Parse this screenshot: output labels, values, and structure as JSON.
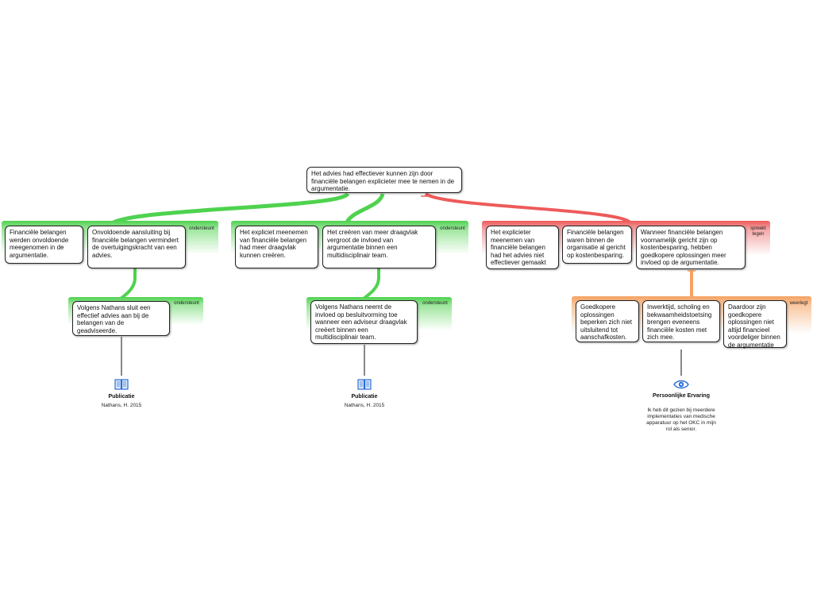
{
  "root": {
    "text": "Het advies had effectiever kunnen zijn door financiële belangen explicieter mee te nemen in de argumentatie."
  },
  "group1": {
    "tag": "ondersteunt",
    "boxes": [
      "Financiële belangen werden onvoldoende meegenomen in de argumentatie.",
      "Onvoldoende aansluiting bij financiële belangen vermindert de overtuigingskracht van een advies."
    ]
  },
  "group1sub": {
    "tag": "ondersteunt",
    "box": "Volgens Nathans sluit een effectief advies aan bij de belangen van de geadviseerde."
  },
  "source1": {
    "title": "Publicatie",
    "text": "Nathans, H. 2015"
  },
  "group2": {
    "tag": "ondersteunt",
    "boxes": [
      "Het expliciet meenemen van financiële belangen had meer draagvlak kunnen creëren.",
      "Het creëren van meer draagvlak vergroot de invloed van argumentatie binnen een multidisciplinair team."
    ]
  },
  "group2sub": {
    "tag": "ondersteunt",
    "box": "Volgens Nathans neemt de invloed op besluitvorming toe wanneer een adviseur draagvlak creëert binnen een multidisciplinair team."
  },
  "source2": {
    "title": "Publicatie",
    "text": "Nathans, H. 2015"
  },
  "group3": {
    "tag": "spreekt tegen",
    "boxes": [
      "Het explicieter meenemen van financiële belangen had het advies niet effectiever gemaakt",
      "Financiële belangen waren binnen de organisatie al gericht op kostenbesparing.",
      "Wanneer financiële belangen voornamelijk gericht zijn op kostenbesparing, hebben goedkopere oplossingen meer invloed op de argumentatie."
    ]
  },
  "group3sub": {
    "tag": "weerlegt",
    "boxes": [
      "Goedkopere oplossingen beperken zich niet uitsluitend tot aanschafkosten.",
      "Inwerktijd, scholing en bekwaamheidstoetsing brengen eveneens financiële kosten met zich mee.",
      "Daardoor zijn goedkopere oplossingen niet altijd financieel voordeliger binnen de argumentatie"
    ]
  },
  "source3": {
    "title": "Persoonlijke Ervaring",
    "text": "Ik heb dit gezien bij meerdere implementaties van medische apparatuur op het OKC in mijn rol als senior."
  },
  "colors": {
    "green": "#4fd24f",
    "red": "#ee5a5a",
    "orange": "#f5a262",
    "icon_blue": "#2d6fd6"
  },
  "icons": {
    "source1": "book-icon",
    "source2": "book-icon",
    "source3": "eye-icon"
  }
}
